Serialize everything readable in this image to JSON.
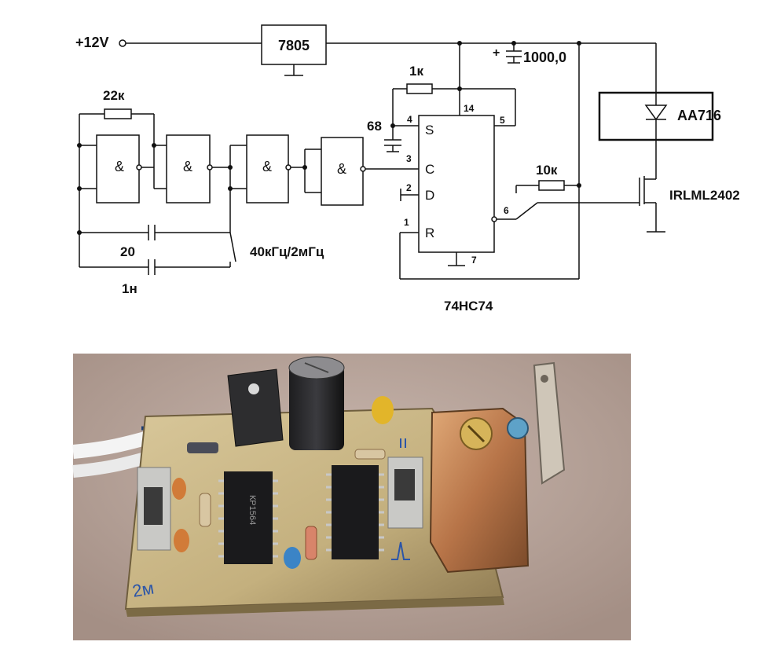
{
  "schematic": {
    "supply_label": "+12V",
    "regulator": "7805",
    "capacitor_main": "1000,0",
    "capacitor_plus": "+",
    "resistor_22k": "22к",
    "resistor_1k": "1к",
    "resistor_10k": "10к",
    "cap_68": "68",
    "cap_20": "20",
    "cap_1n": "1н",
    "switch_label": "40кГц/2мГц",
    "gate_symbol": "&",
    "flipflop": {
      "name": "74HC74",
      "pin_S": "S",
      "pin_C": "C",
      "pin_D": "D",
      "pin_R": "R",
      "pin4": "4",
      "pin3": "3",
      "pin2": "2",
      "pin1": "1",
      "pin14": "14",
      "pin5": "5",
      "pin6": "6",
      "pin7": "7"
    },
    "diode": "AA716",
    "mosfet": "IRLML2402"
  },
  "photo": {
    "chip_marking_1": "КР1564",
    "board_marking": "2м"
  }
}
